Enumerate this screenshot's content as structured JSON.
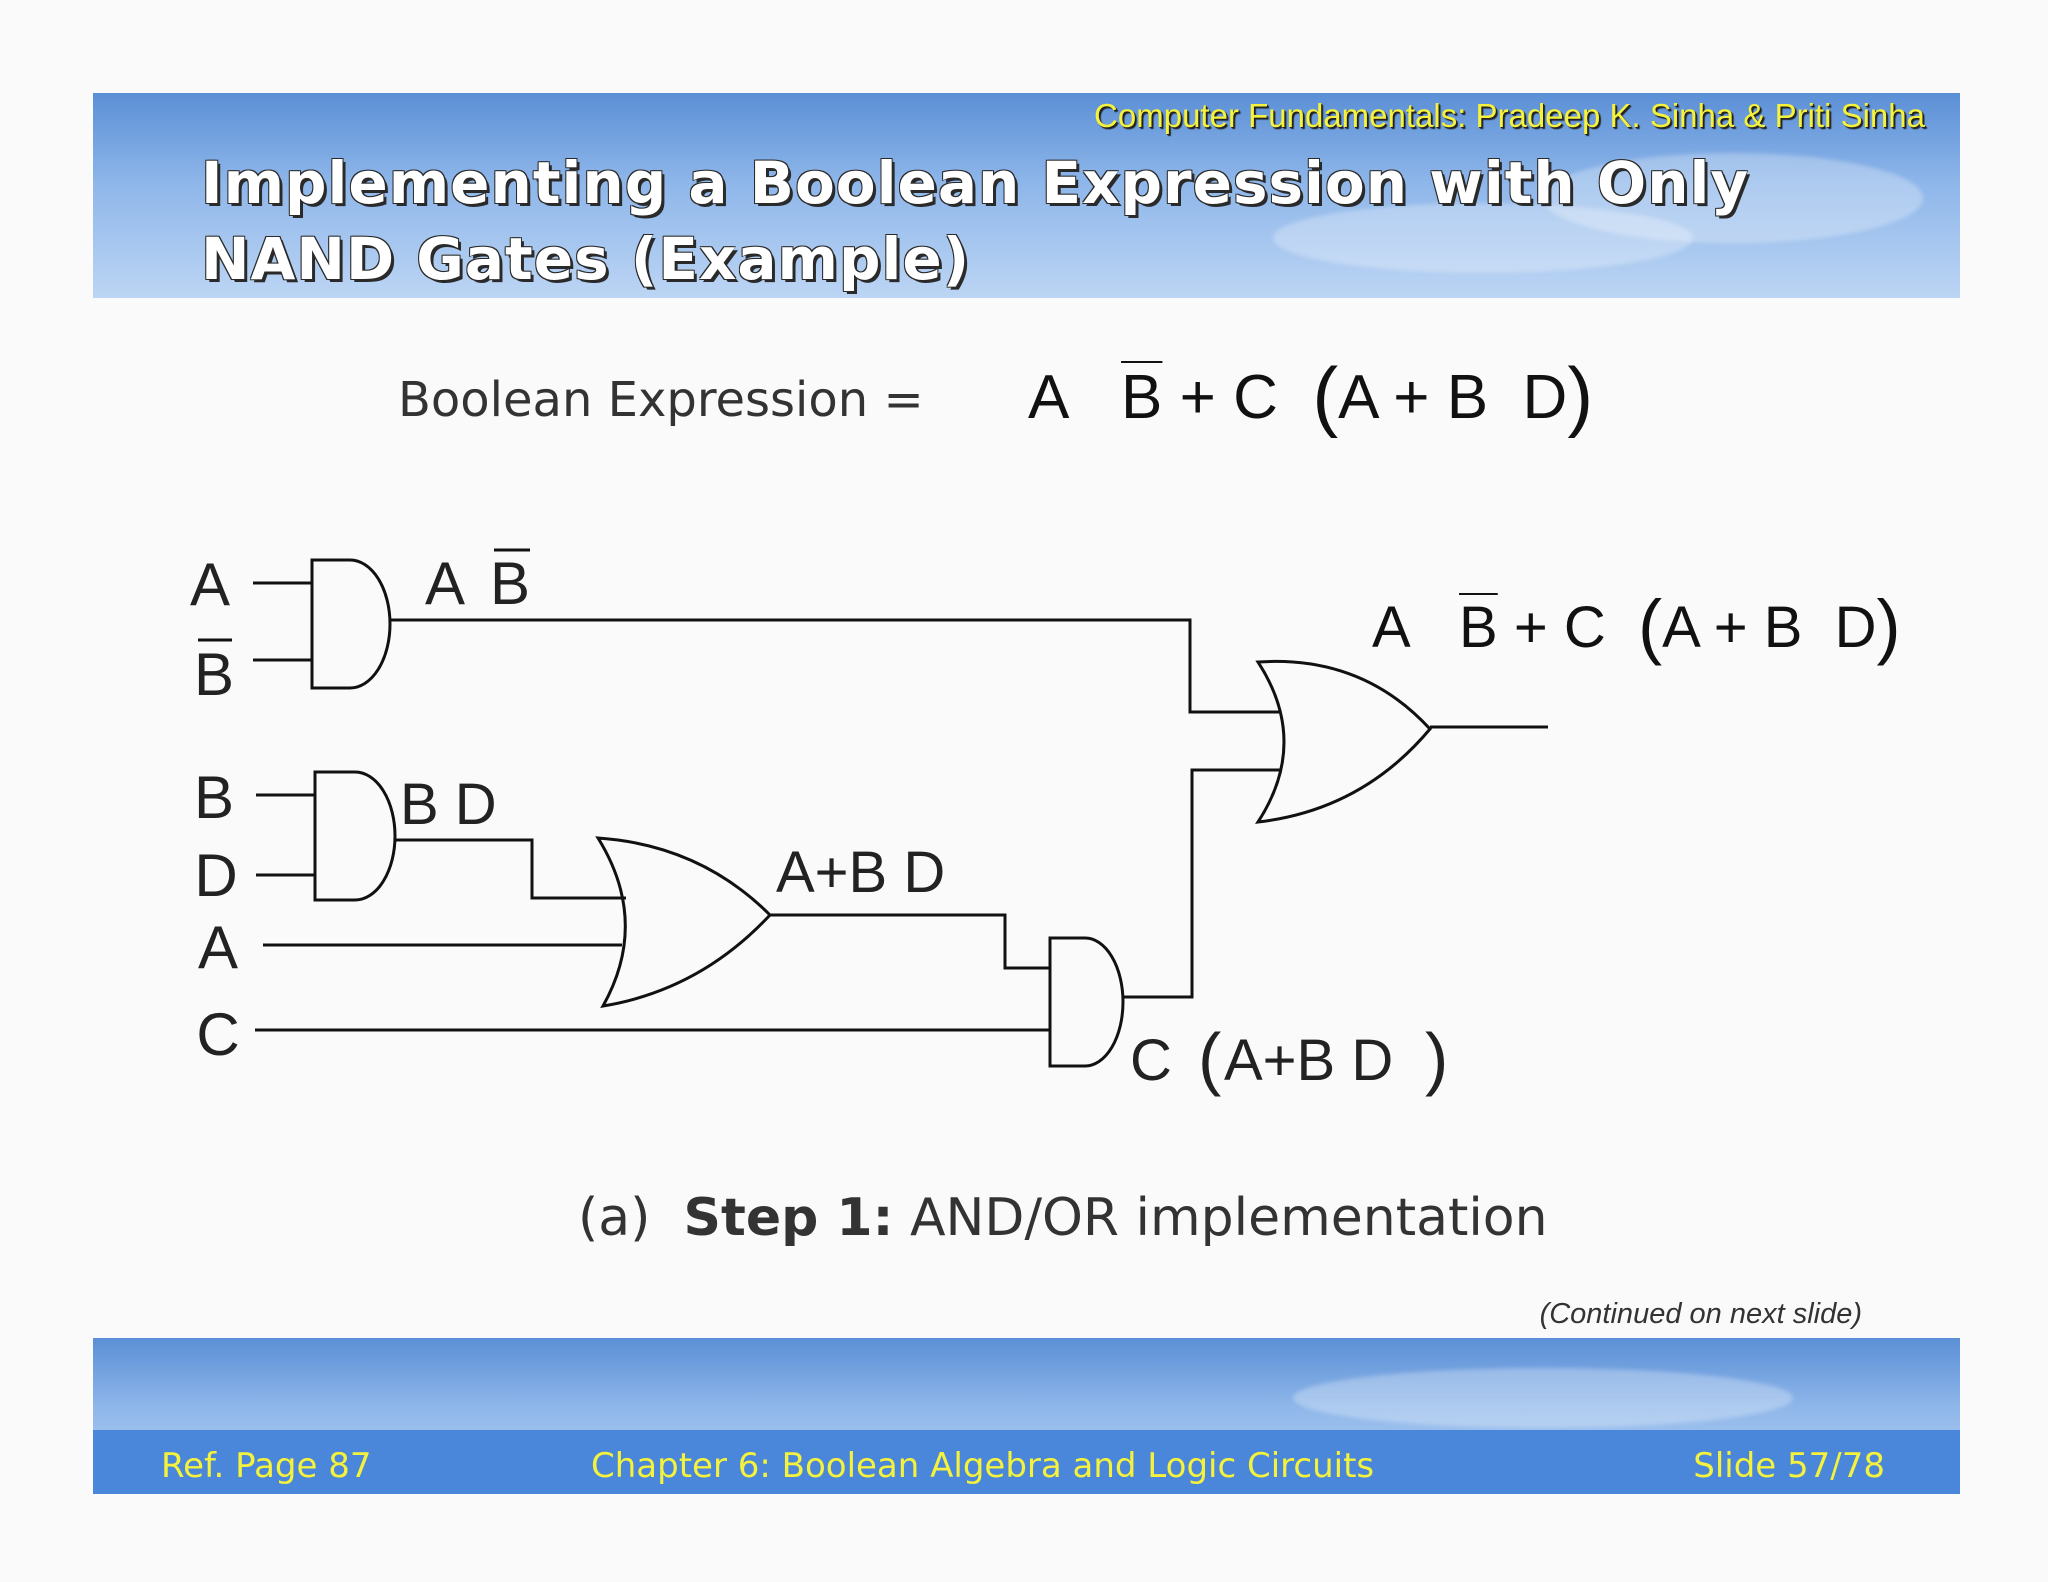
{
  "header": {
    "attribution": "Computer Fundamentals: Pradeep K. Sinha & Priti Sinha",
    "title_line1": "Implementing a Boolean Expression with Only",
    "title_line2": "NAND Gates (Example)"
  },
  "expression": {
    "label": "Boolean Expression =",
    "t1": "A",
    "t2": "B",
    "t3": "+ C",
    "t4": "A + B",
    "t5": "D"
  },
  "circuit": {
    "inputs": {
      "a1": "A",
      "b_bar": "B",
      "b2": "B",
      "d": "D",
      "a2": "A",
      "c": "C"
    },
    "labels": {
      "ab_a": "A",
      "ab_b": "B",
      "bd": "B D",
      "a_plus_bd": "A+B D",
      "c_paren": "C",
      "c_inner": "A+B D"
    },
    "output": {
      "t1": "A",
      "t2": "B",
      "t3": "+ C",
      "t4": "A + B",
      "t5": "D"
    }
  },
  "caption": {
    "prefix": "(a)",
    "step": "Step 1:",
    "text": "AND/OR implementation"
  },
  "continued": "(Continued on next slide)",
  "footer": {
    "ref": "Ref. Page 87",
    "chapter": "Chapter 6: Boolean Algebra and Logic Circuits",
    "slide": "Slide 57/78"
  }
}
